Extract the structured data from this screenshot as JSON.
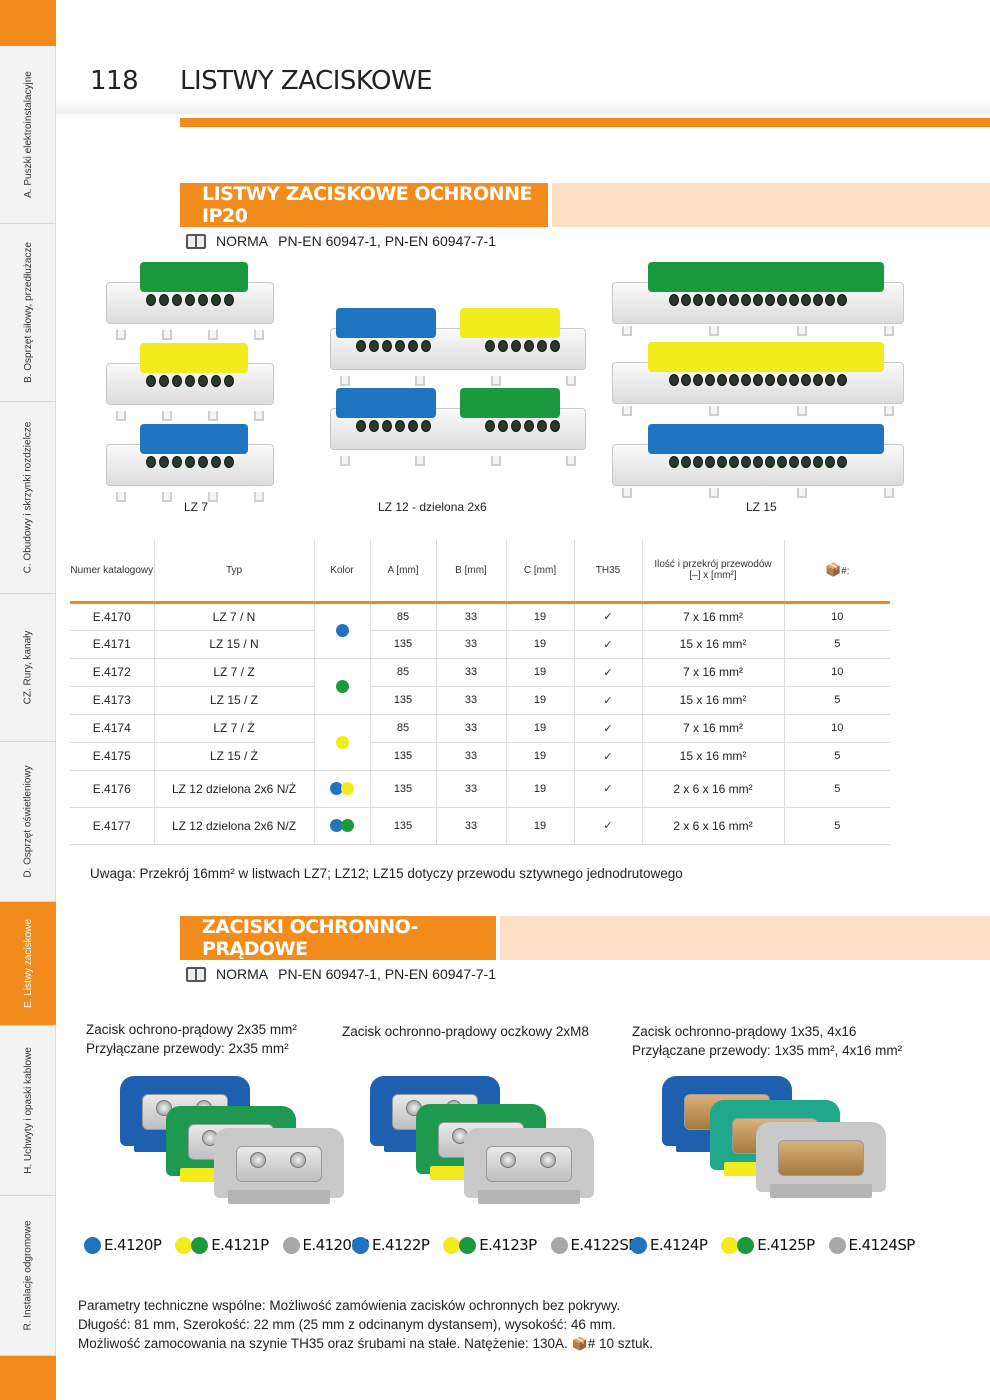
{
  "sidebar": {
    "tabs": [
      {
        "label": "A. Puszki elektroinstalacyjne",
        "active": false
      },
      {
        "label": "B. Osprzęt siłowy, przedłużacze",
        "active": false
      },
      {
        "label": "C. Obudowy i skrzynki rozdzielcze",
        "active": false
      },
      {
        "label": "CZ. Rury, kanały",
        "active": false
      },
      {
        "label": "D. Osprzęt oświetleniowy",
        "active": false
      },
      {
        "label": "E. Listwy zaciskowe",
        "active": true
      },
      {
        "label": "H. Uchwyty i opaski kablowe",
        "active": false
      },
      {
        "label": "R. Instalacje odgromowe",
        "active": false
      }
    ]
  },
  "header": {
    "page_number": "118",
    "title": "LISTWY ZACISKOWE"
  },
  "section1": {
    "title": "LISTWY ZACISKOWE OCHRONNE IP20",
    "norma_label": "NORMA",
    "norma_value": "PN-EN 60947-1,  PN-EN 60947-7-1",
    "captions": {
      "lz7": "LZ 7",
      "lz12": "LZ 12 - dzielona 2x6",
      "lz15": "LZ 15"
    },
    "colors": {
      "blue": "#1f74bf",
      "green": "#1a9a3c",
      "yellow": "#f2ec1c",
      "grey": "#a8a8a8",
      "orange": "#f08a1c"
    }
  },
  "table": {
    "headers": {
      "numer": "Numer katalogowy",
      "typ": "Typ",
      "kolor": "Kolor",
      "a": "A [mm]",
      "b": "B [mm]",
      "c": "C [mm]",
      "th35": "TH35",
      "przekroj_line1": "Ilość i przekrój przewodów",
      "przekroj_line2": "[–] x [mm²]",
      "pack": "#:"
    },
    "rows": [
      {
        "cat": "E.4170",
        "typ": "LZ 7 / N",
        "a": "85",
        "b": "33",
        "c": "19",
        "th35": "✓",
        "przekroj": "7 x 16 mm²",
        "pack": "10"
      },
      {
        "cat": "E.4171",
        "typ": "LZ 15 / N",
        "a": "135",
        "b": "33",
        "c": "19",
        "th35": "✓",
        "przekroj": "15 x 16 mm²",
        "pack": "5"
      },
      {
        "cat": "E.4172",
        "typ": "LZ 7 / Z",
        "a": "85",
        "b": "33",
        "c": "19",
        "th35": "✓",
        "przekroj": "7 x 16 mm²",
        "pack": "10"
      },
      {
        "cat": "E.4173",
        "typ": "LZ 15 / Z",
        "a": "135",
        "b": "33",
        "c": "19",
        "th35": "✓",
        "przekroj": "15 x 16 mm²",
        "pack": "5"
      },
      {
        "cat": "E.4174",
        "typ": "LZ 7 / Ż",
        "a": "85",
        "b": "33",
        "c": "19",
        "th35": "✓",
        "przekroj": "7 x 16 mm²",
        "pack": "10"
      },
      {
        "cat": "E.4175",
        "typ": "LZ 15 / Ż",
        "a": "135",
        "b": "33",
        "c": "19",
        "th35": "✓",
        "przekroj": "15 x 16 mm²",
        "pack": "5"
      },
      {
        "cat": "E.4176",
        "typ": "LZ 12 dzielona 2x6 N/Ż",
        "a": "135",
        "b": "33",
        "c": "19",
        "th35": "✓",
        "przekroj": "2 x 6 x 16 mm²",
        "pack": "5"
      },
      {
        "cat": "E.4177",
        "typ": "LZ 12 dzielona 2x6 N/Z",
        "a": "135",
        "b": "33",
        "c": "19",
        "th35": "✓",
        "przekroj": "2 x 6 x 16 mm²",
        "pack": "5"
      }
    ]
  },
  "note": "Uwaga: Przekrój 16mm² w listwach LZ7; LZ12; LZ15 dotyczy przewodu sztywnego jednodrutowego",
  "section2": {
    "title": "ZACISKI OCHRONNO-PRĄDOWE",
    "norma_label": "NORMA",
    "norma_value": "PN-EN 60947-1,  PN-EN 60947-7-1",
    "products": [
      {
        "line1": "Zacisk ochrono-prądowy 2x35 mm²",
        "line2": "Przyłączane przewody: 2x35 mm²",
        "codes": [
          "E.4120P",
          "E.4121P",
          "E.4120SP"
        ]
      },
      {
        "line1": "Zacisk ochronno-prądowy oczkowy 2xM8",
        "line2": "",
        "codes": [
          "E.4122P",
          "E.4123P",
          "E.4122SP"
        ]
      },
      {
        "line1": "Zacisk ochronno-prądowy 1x35, 4x16",
        "line2": "Przyłączane przewody: 1x35 mm², 4x16 mm²",
        "codes": [
          "E.4124P",
          "E.4125P",
          "E.4124SP"
        ]
      }
    ]
  },
  "params": {
    "line1": "Parametry techniczne wspólne: Możliwość zamówienia zacisków ochronnych bez pokrywy.",
    "line2": "Długość: 81 mm, Szerokość: 22 mm (25 mm z odcinanym dystansem), wysokość: 46 mm.",
    "line3": "Możliwość zamocowania na szynie TH35 oraz śrubami na stałe. Natężenie: 130A.",
    "line3_pack": "# 10 sztuk."
  }
}
